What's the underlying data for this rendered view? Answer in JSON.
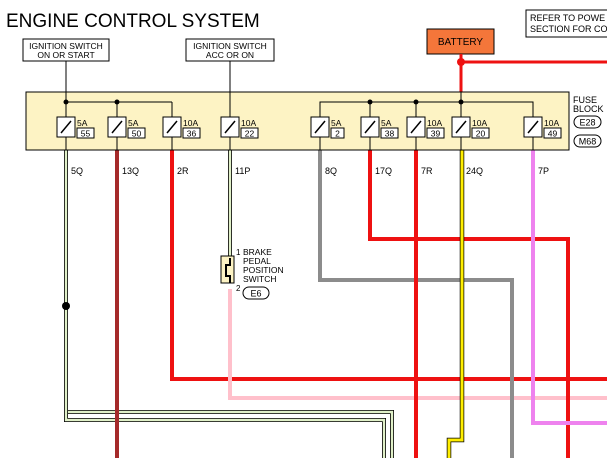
{
  "title": "ENGINE CONTROL SYSTEM",
  "refer_note": {
    "line1": "REFER TO POWE",
    "line2": "SECTION FOR CO"
  },
  "battery_label": "BATTERY",
  "ign_start": {
    "line1": "IGNITION SWITCH",
    "line2": "ON OR START"
  },
  "ign_acc": {
    "line1": "IGNITION SWITCH",
    "line2": "ACC OR ON"
  },
  "fuse_block": {
    "line1": "FUSE",
    "line2": "BLOCK",
    "connectors": [
      "E28",
      "M68"
    ],
    "fuses": [
      {
        "amp": "5A",
        "num": "55",
        "wire": "5Q"
      },
      {
        "amp": "5A",
        "num": "50",
        "wire": "13Q"
      },
      {
        "amp": "10A",
        "num": "36",
        "wire": "2R"
      },
      {
        "amp": "10A",
        "num": "22",
        "wire": "11P"
      },
      {
        "amp": "5A",
        "num": "2",
        "wire": "8Q"
      },
      {
        "amp": "5A",
        "num": "38",
        "wire": "17Q"
      },
      {
        "amp": "10A",
        "num": "39",
        "wire": "7R"
      },
      {
        "amp": "10A",
        "num": "20",
        "wire": "24Q"
      },
      {
        "amp": "10A",
        "num": "49",
        "wire": "7P"
      }
    ]
  },
  "brake_switch": {
    "pin1": "1",
    "pin2": "2",
    "line1": "BRAKE",
    "line2": "PEDAL",
    "line3": "POSITION",
    "line4": "SWITCH",
    "connector": "E6"
  },
  "colors": {
    "fuse_block_bg": "#fdf3c4",
    "battery_bg": "#f4763a",
    "red": "#ee1111",
    "dark_red": "#a52a2a",
    "gray": "#8c8c8c",
    "yellow": "#ffee00",
    "violet": "#ee82ee",
    "pink": "#ffc0cb",
    "light_green": "#e0f0c8"
  }
}
